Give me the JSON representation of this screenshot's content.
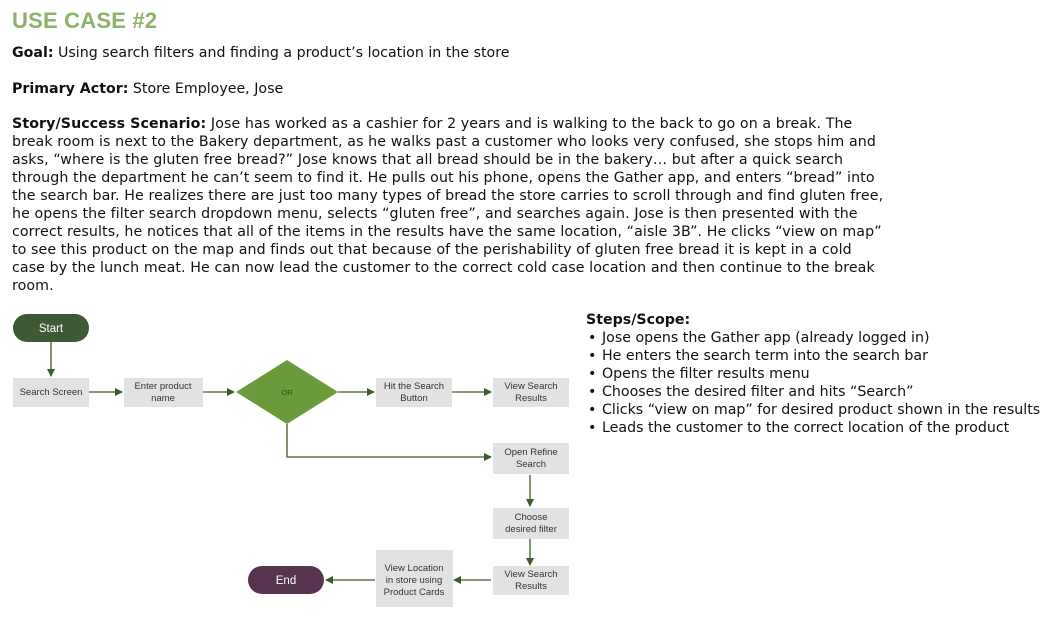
{
  "title": "USE CASE #2",
  "goal": {
    "label": "Goal:",
    "text": "Using search filters and finding a product’s location in the store"
  },
  "actor": {
    "label": "Primary Actor:",
    "text": "Store Employee, Jose"
  },
  "story": {
    "label": "Story/Success Scenario:",
    "text": "Jose has worked as a cashier for 2 years and is walking to the back to go on a break. The break room is next to the Bakery department, as he walks past a customer who looks very confused, she stops him and asks, “where is the gluten free bread?” Jose knows that all bread should be in the bakery… but after a quick search through the department he can’t seem to find it. He pulls out his phone, opens the Gather app, and enters “bread” into the search bar. He realizes there are just too many types of bread the store carries to scroll through and find gluten free, he opens the filter search dropdown menu, selects “gluten free”, and searches again. Jose is then presented with the correct results, he notices that all of the items in the results have the same location, “aisle 3B”. He clicks “view on map” to see this product on the map and finds out that because of the perishability of gluten free bread it is kept in a cold case by the lunch meat. He can now lead the customer to the correct cold case location and then continue to the break room."
  },
  "flowchart": {
    "start": "Start",
    "search_screen": "Search Screen",
    "enter_product_line1": "Enter product",
    "enter_product_line2": "name",
    "decision": "OR",
    "hit_search_line1": "Hit the Search",
    "hit_search_line2": "Button",
    "view_results_line1": "View Search",
    "view_results_line2": "Results",
    "open_refine_line1": "Open Refine",
    "open_refine_line2": "Search",
    "choose_filter_line1": "Choose",
    "choose_filter_line2": "desired filter",
    "view_results2_line1": "View Search",
    "view_results2_line2": "Results",
    "view_location_line1": "View Location",
    "view_location_line2": "in store using",
    "view_location_line3": "Product Cards",
    "end": "End",
    "colors": {
      "start_pill": "#3d5a35",
      "end_pill": "#57344f",
      "decision": "#6b9a3a",
      "box": "#e2e2e2",
      "arrow": "#3d5a2a"
    }
  },
  "steps": {
    "title": "Steps/Scope:",
    "bullet": "•",
    "items": [
      "Jose opens the Gather app (already logged in)",
      "He enters the search term into the search bar",
      "Opens the filter results menu",
      "Chooses the desired filter and hits “Search”",
      "Clicks “view on map” for desired product shown in the results",
      "Leads the customer to the correct location of the product"
    ]
  }
}
